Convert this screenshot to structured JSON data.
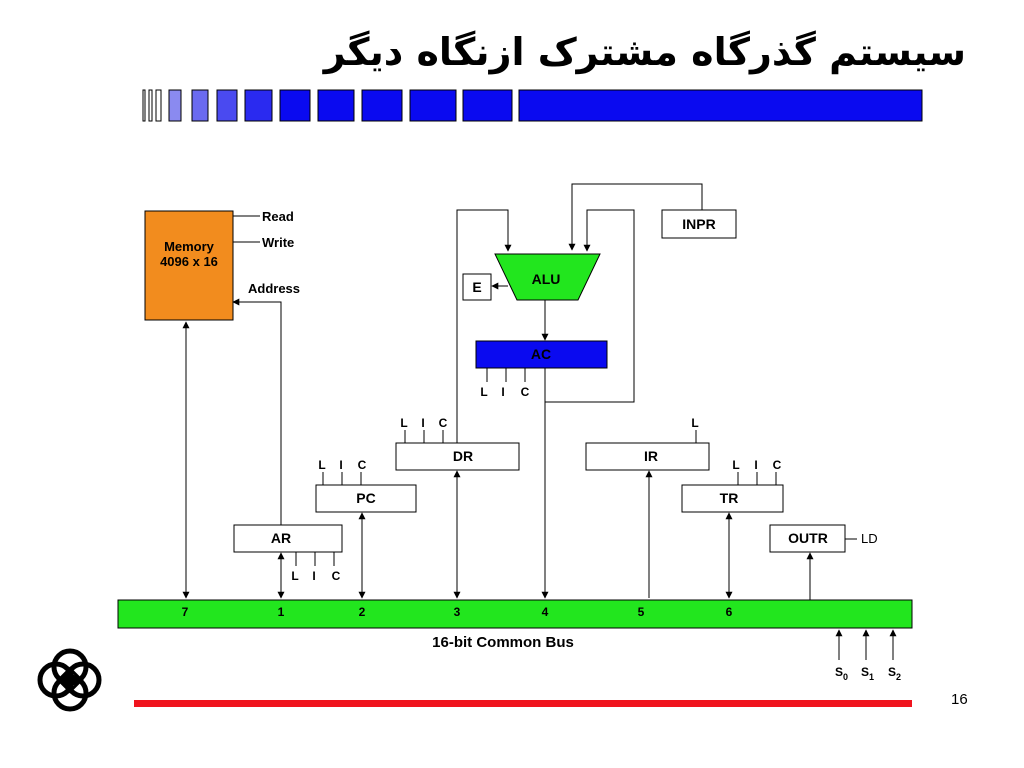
{
  "slide": {
    "title": "سیستم گذرگاه مشترک ازنگاه دیگر",
    "page_number": "16"
  },
  "diagram": {
    "memory": {
      "line1": "Memory",
      "line2": "4096 x 16",
      "read": "Read",
      "write": "Write",
      "address": "Address",
      "color": "#F28C1E"
    },
    "alu": {
      "label": "ALU",
      "color": "#22E61E"
    },
    "e": "E",
    "ac": {
      "label": "AC",
      "color": "#0A0AF0"
    },
    "inpr": "INPR",
    "dr": "DR",
    "ir": "IR",
    "pc": "PC",
    "ar": "AR",
    "tr": "TR",
    "outr": "OUTR",
    "outr_ld": "LD",
    "ctl": {
      "l": "L",
      "i": "I",
      "c": "C"
    },
    "bus": {
      "label": "16-bit Common Bus",
      "color": "#22E61E",
      "numbers": [
        "7",
        "1",
        "2",
        "3",
        "4",
        "5",
        "6"
      ]
    },
    "select": {
      "s": "S",
      "subs": [
        "0",
        "1",
        "2"
      ]
    }
  },
  "colors": {
    "header_blue": "#0A0AF0",
    "footer_red": "#F0141E"
  }
}
